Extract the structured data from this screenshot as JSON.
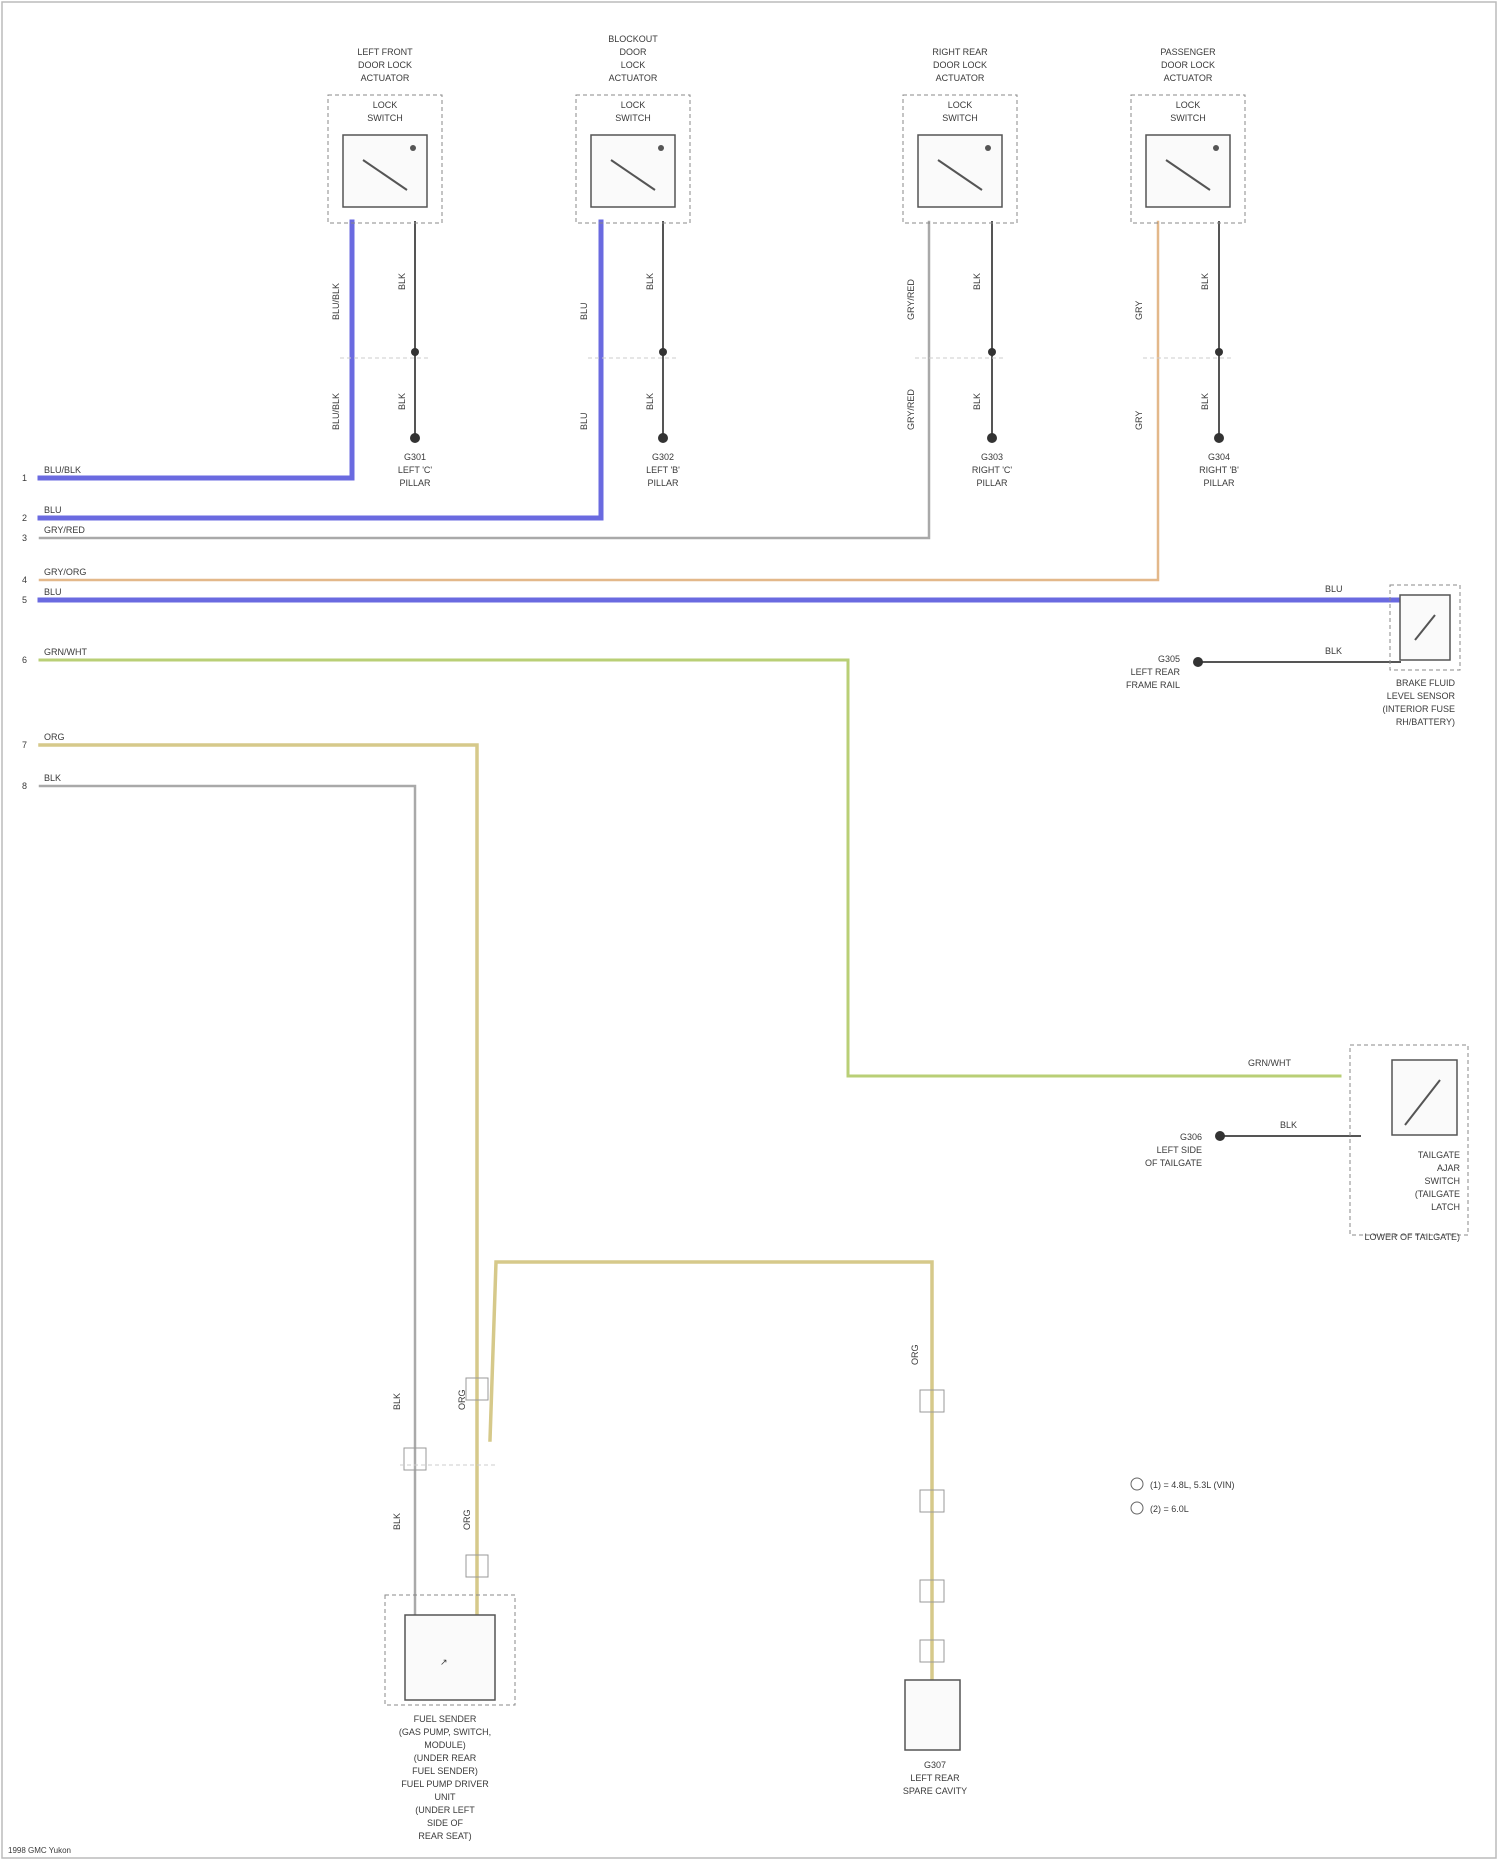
{
  "colors": {
    "blue": "#6a6ae0",
    "gray": "#a9a9a9",
    "orange": "#e3b88a",
    "green": "#b9cf76",
    "yellow": "#d6c98a",
    "dark": "#444444"
  },
  "actuators": [
    {
      "title": [
        "LEFT FRONT",
        "DOOR LOCK",
        "ACTUATOR"
      ],
      "sub": [
        "LOCK",
        "SWITCH"
      ]
    },
    {
      "title": [
        "BLOCKOUT",
        "DOOR",
        "LOCK",
        "ACTUATOR"
      ],
      "sub": [
        "LOCK",
        "SWITCH"
      ]
    },
    {
      "title": [
        "RIGHT REAR",
        "DOOR LOCK",
        "ACTUATOR"
      ],
      "sub": [
        "LOCK",
        "SWITCH"
      ]
    },
    {
      "title": [
        "PASSENGER",
        "DOOR LOCK",
        "ACTUATOR"
      ],
      "sub": [
        "LOCK",
        "SWITCH"
      ]
    }
  ],
  "grounds": [
    {
      "label": [
        "G301",
        "LEFT 'C'",
        "PILLAR"
      ]
    },
    {
      "label": [
        "G302",
        "LEFT 'B'",
        "PILLAR"
      ]
    },
    {
      "label": [
        "G303",
        "RIGHT 'C'",
        "PILLAR"
      ]
    },
    {
      "label": [
        "G304",
        "RIGHT 'B'",
        "PILLAR"
      ]
    },
    {
      "label": [
        "G305",
        "LEFT REAR",
        "FRAME RAIL"
      ]
    },
    {
      "label": [
        "G306",
        "LEFT SIDE",
        "OF TAILGATE"
      ]
    }
  ],
  "left_wires": [
    {
      "pin": "1",
      "color": "BLU/BLK"
    },
    {
      "pin": "2",
      "color": "BLU"
    },
    {
      "pin": "3",
      "color": "GRY/RED"
    },
    {
      "pin": "4",
      "color": "GRY/ORG"
    },
    {
      "pin": "5",
      "color": "BLU"
    },
    {
      "pin": "6",
      "color": "GRN/WHT"
    },
    {
      "pin": "7",
      "color": "ORG"
    },
    {
      "pin": "8",
      "color": "BLK"
    }
  ],
  "actuator_wire_labels": [
    "BLU/BLK",
    "BLK",
    "BLU",
    "BLK",
    "GRY/RED",
    "BLK",
    "GRY",
    "BLK"
  ],
  "right_components": {
    "tailgate_switch": {
      "label": [
        "BRAKE FLUID",
        "LEVEL SENSOR",
        "(INTERIOR FUSE",
        "RH/BATTERY)"
      ],
      "wires": [
        "BLU",
        "BLK"
      ]
    },
    "tailgate_latch": {
      "label": [
        "TAILGATE",
        "AJAR",
        "SWITCH",
        "(TAILGATE",
        "LATCH",
        "LOWER OF TAILGATE)"
      ],
      "wires": [
        "GRN/WHT",
        "BLK"
      ]
    }
  },
  "bottom_components": {
    "fuel": {
      "label": [
        "FUEL SENDER",
        "(GAS PUMP, SWITCH,",
        "MODULE)",
        "(UNDER REAR",
        "FUEL SENDER)",
        "FUEL PUMP DRIVER",
        "UNIT",
        "(UNDER LEFT",
        "SIDE OF",
        "REAR SEAT)"
      ],
      "wires": [
        "BLK",
        "ORG"
      ]
    },
    "spare": {
      "label": [
        "G307",
        "LEFT REAR",
        "SPARE CAVITY"
      ],
      "wires": [
        "ORG"
      ]
    }
  },
  "legend": [
    "(1) = 4.8L, 5.3L (VIN)",
    "(2) = 6.0L"
  ],
  "footer": "1998 GMC Yukon"
}
